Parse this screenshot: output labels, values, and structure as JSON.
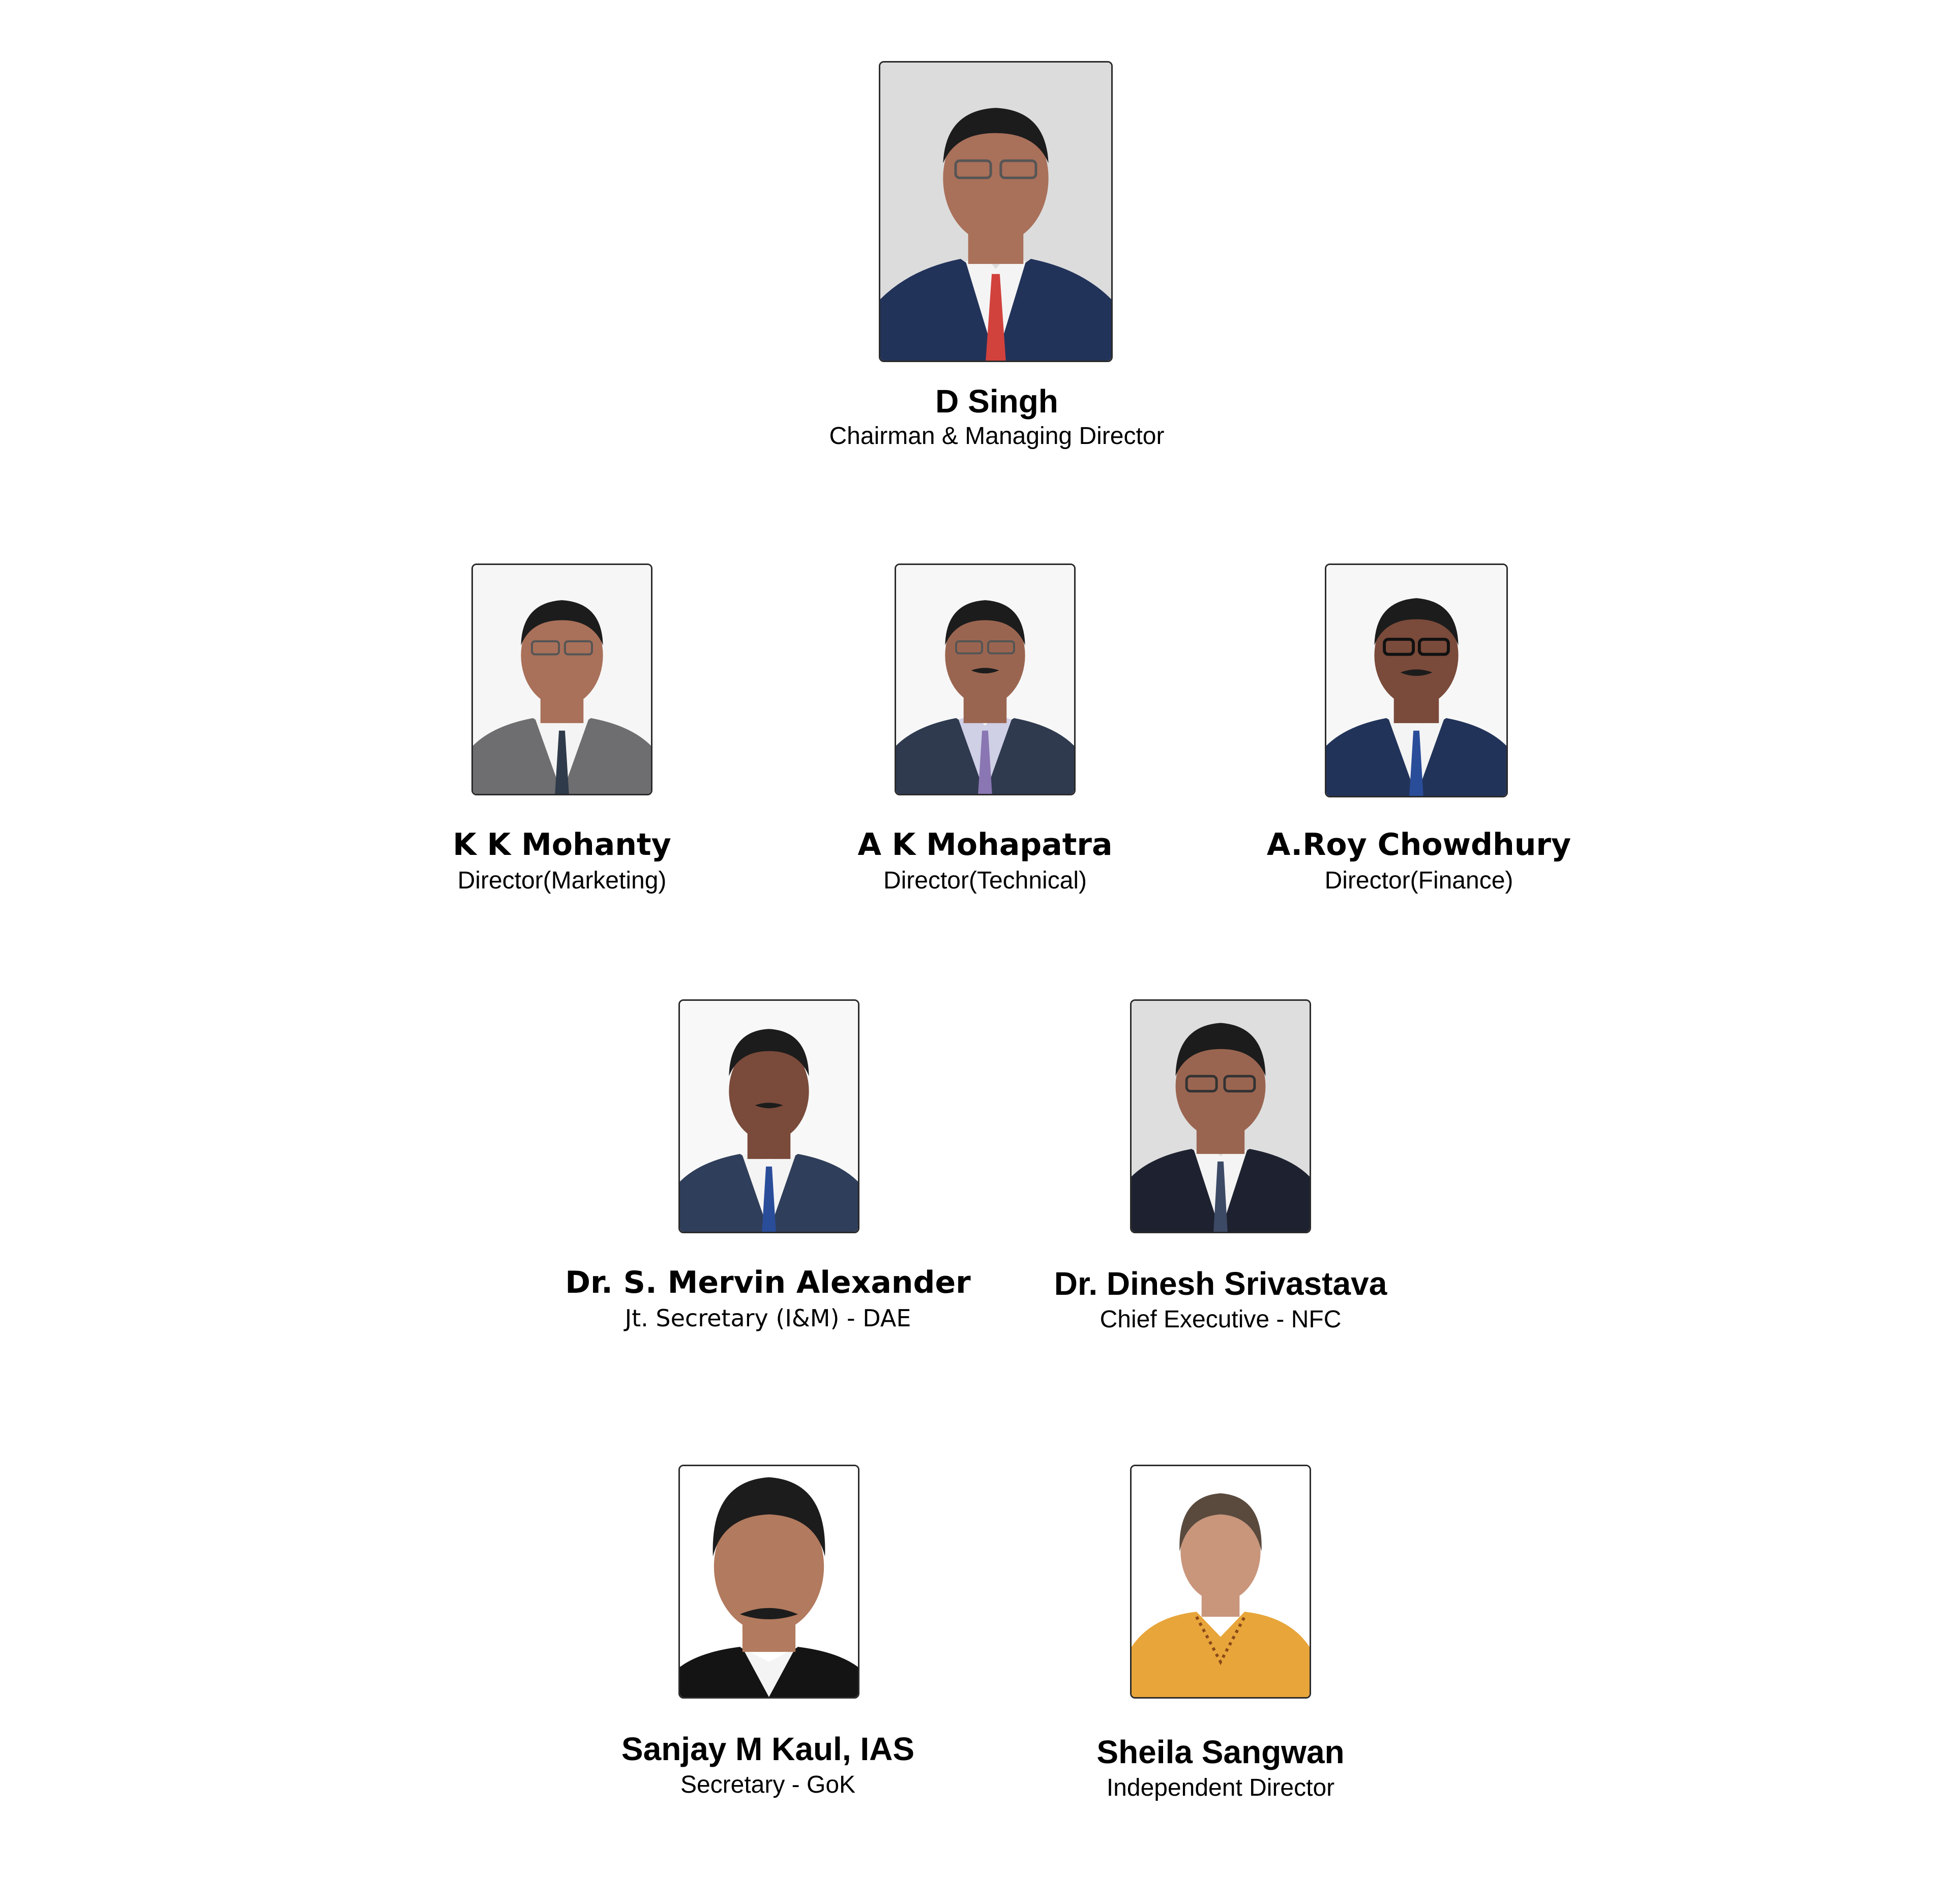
{
  "board": [
    {
      "name": "D Singh",
      "title": "Chairman & Managing Director"
    },
    {
      "name": "K K Mohanty",
      "title": "Director(Marketing)"
    },
    {
      "name": "A K Mohapatra",
      "title": "Director(Technical)"
    },
    {
      "name": "A.Roy Chowdhury",
      "title": "Director(Finance)"
    },
    {
      "name": "Dr. S. Mervin Alexander",
      "title": "Jt. Secretary (I&M) - DAE"
    },
    {
      "name": "Dr. Dinesh Srivastava",
      "title": "Chief Executive - NFC"
    },
    {
      "name": "Sanjay M Kaul, IAS",
      "title": "Secretary - GoK"
    },
    {
      "name": "Sheila Sangwan",
      "title": "Independent Director"
    }
  ],
  "colors": {
    "suit_navy": "#22335a",
    "suit_grey": "#6e6e70",
    "shirt_white": "#f4f4f4",
    "tie_red": "#d2423d",
    "tie_blue": "#2a4d9a",
    "tie_purple": "#8a76b2",
    "skin": "#a9705a",
    "hair": "#1c1c1c",
    "kurta_yellow": "#e8a53a"
  }
}
